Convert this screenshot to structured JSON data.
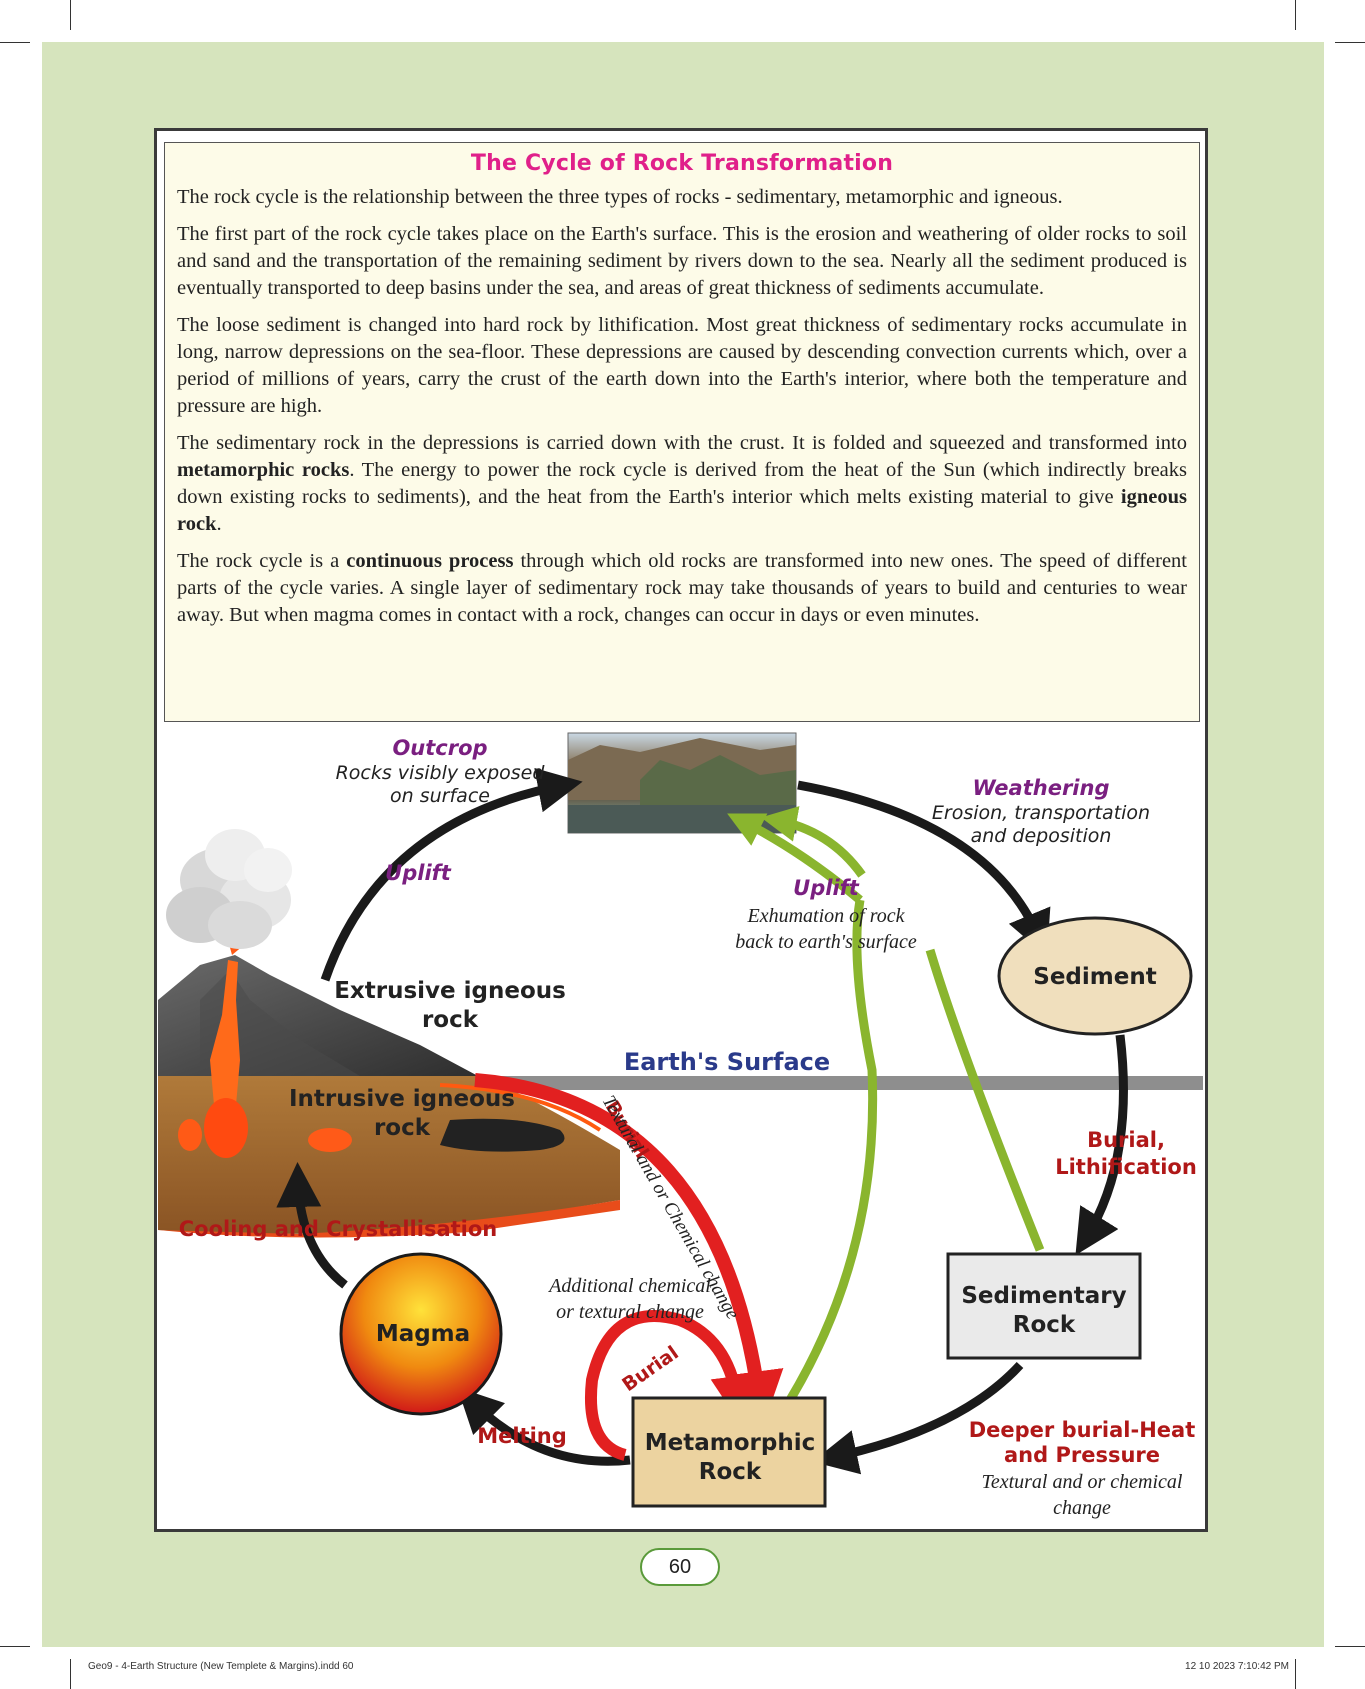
{
  "title": "The Cycle of Rock Transformation",
  "paragraphs": {
    "p1": "The rock cycle is the relationship between the three types of rocks - sedimentary, metamorphic and igneous.",
    "p2": "The first part of the rock cycle takes place on the Earth's surface. This is the erosion and weathering of older rocks to soil and sand and the transportation of the remaining sediment by rivers down to the sea. Nearly all the sediment produced is eventually transported to deep basins under the sea, and areas of great thickness of sediments accumulate.",
    "p3": "The loose sediment is changed into hard rock by lithification. Most great thickness of sedimentary rocks accumulate in long, narrow depressions on the sea-floor. These depressions are caused by descending convection currents which, over a period of millions of years, carry the crust of the earth down into the Earth's interior, where both the temperature and pressure are high.",
    "p4a": "The sedimentary rock in the depressions is carried down with the crust. It is folded and squeezed and transformed into ",
    "p4b": "metamorphic rocks",
    "p4c": ". The energy to power the rock cycle is derived from the heat of the Sun (which indirectly breaks down existing rocks to sediments), and the heat from the Earth's interior which melts existing material to give ",
    "p4d": "igneous rock",
    "p4e": ".",
    "p5a": "The rock cycle is a ",
    "p5b": "continuous process",
    "p5c": " through which old rocks are transformed into new ones. The speed of different parts of the cycle varies. A single layer of sedimentary rock may take thousands of years to build and centuries to wear away. But when magma comes in contact with a rock, changes can occur in days or even minutes."
  },
  "diagram": {
    "outcrop_title": "Outcrop",
    "outcrop_desc1": "Rocks visibly exposed",
    "outcrop_desc2": "on surface",
    "weathering_title": "Weathering",
    "weathering_desc1": "Erosion, transportation",
    "weathering_desc2": "and deposition",
    "uplift_left": "Uplift",
    "uplift_center": "Uplift",
    "uplift_desc1": "Exhumation of rock",
    "uplift_desc2": "back to earth's surface",
    "sediment": "Sediment",
    "extrusive1": "Extrusive igneous",
    "extrusive2": "rock",
    "earth_surface": "Earth's Surface",
    "intrusive1": "Intrusive  igneous",
    "intrusive2": "rock",
    "textural_change": "Textural and or Chemical change",
    "burial_diag": "Burial",
    "burial_lith1": "Burial,",
    "burial_lith2": "Lithification",
    "cooling": "Cooling and Crystallisation",
    "additional1": "Additional chemical",
    "additional2": "or textural change",
    "sedimentary1": "Sedimentary",
    "sedimentary2": "Rock",
    "magma": "Magma",
    "burial_loop": "Burial",
    "melting": "Melting",
    "metamorphic1": "Metamorphic",
    "metamorphic2": "Rock",
    "deeper1": "Deeper burial-Heat",
    "deeper2": "and Pressure",
    "deeper_desc1": "Textural and or chemical",
    "deeper_desc2": "change"
  },
  "colors": {
    "accent_pink": "#e0208a",
    "purple_label": "#7a1f80",
    "red_label": "#b01818",
    "navy_label": "#2a3a8a",
    "green_arrow": "#8ab52e",
    "red_arrow": "#e22020",
    "black_arrow": "#1a1a1a"
  },
  "footer": {
    "page_number": "60",
    "file_info": "Geo9 - 4-Earth Structure (New Templete & Margins).indd   60",
    "timestamp": "12 10 2023   7:10:42 PM"
  }
}
